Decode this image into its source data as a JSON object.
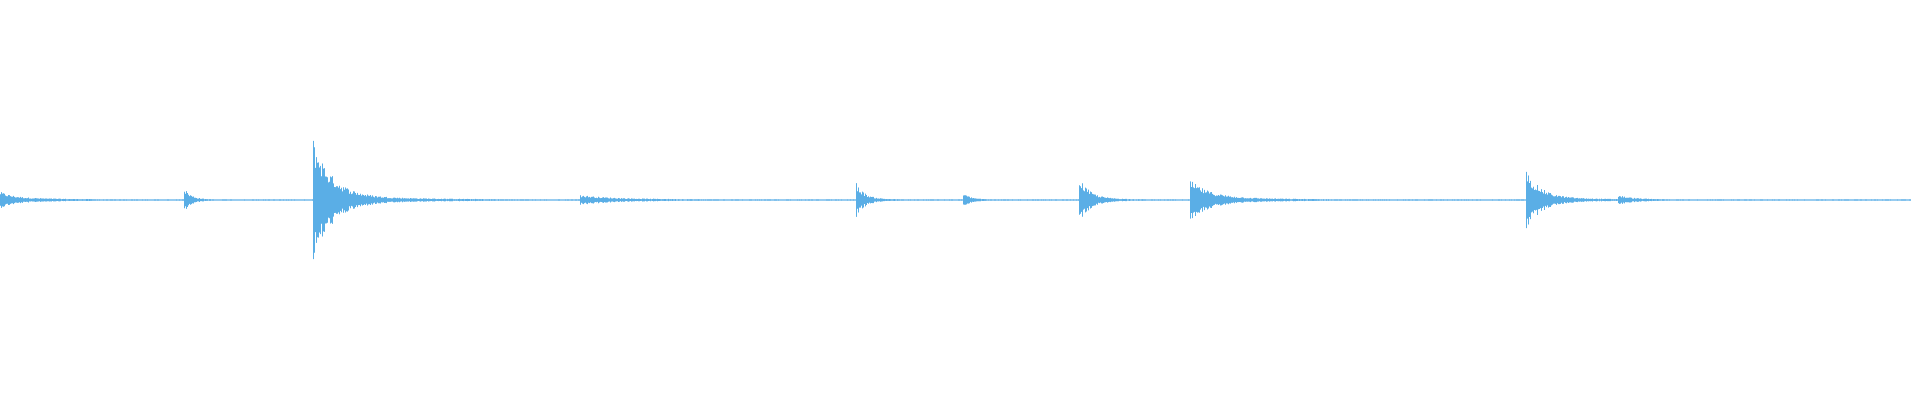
{
  "waveform": {
    "color": "#5aaee6",
    "background": "#ffffff",
    "duration_fraction_visible": 1.0,
    "onsets": [
      {
        "t": 0.0,
        "peak": 0.03,
        "decay": 0.02,
        "tail": 0.012
      },
      {
        "t": 0.0955,
        "peak": 0.06,
        "decay": 0.01,
        "tail": 0.006
      },
      {
        "t": 0.163,
        "peak": 0.29,
        "decay": 0.028,
        "tail": 0.018
      },
      {
        "t": 0.302,
        "peak": 0.018,
        "decay": 0.04,
        "tail": 0.008
      },
      {
        "t": 0.4455,
        "peak": 0.085,
        "decay": 0.012,
        "tail": 0.008
      },
      {
        "t": 0.5015,
        "peak": 0.03,
        "decay": 0.01,
        "tail": 0.006
      },
      {
        "t": 0.5615,
        "peak": 0.115,
        "decay": 0.015,
        "tail": 0.01
      },
      {
        "t": 0.6195,
        "peak": 0.09,
        "decay": 0.03,
        "tail": 0.012
      },
      {
        "t": 0.7945,
        "peak": 0.14,
        "decay": 0.022,
        "tail": 0.012
      },
      {
        "t": 0.8425,
        "peak": 0.02,
        "decay": 0.02,
        "tail": 0.006
      }
    ],
    "noise_floor": 0.004
  }
}
